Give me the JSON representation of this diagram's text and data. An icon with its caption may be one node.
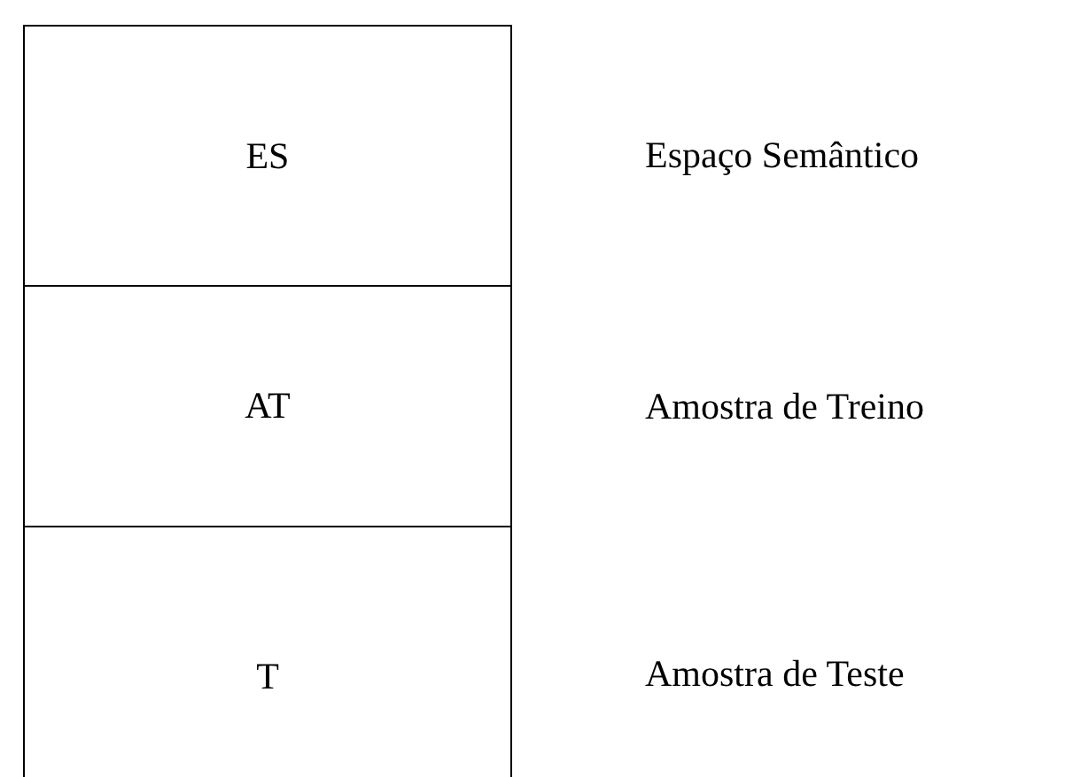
{
  "diagram": {
    "nodes": [
      {
        "text": [
          "ES"
        ],
        "beside": [
          "Espaço Semântico"
        ]
      },
      {
        "text": [
          "AT"
        ],
        "beside": [
          "Amostra de Treino"
        ]
      },
      {
        "text": [
          "T"
        ],
        "beside": [
          "Amostra de Teste"
        ]
      }
    ]
  }
}
